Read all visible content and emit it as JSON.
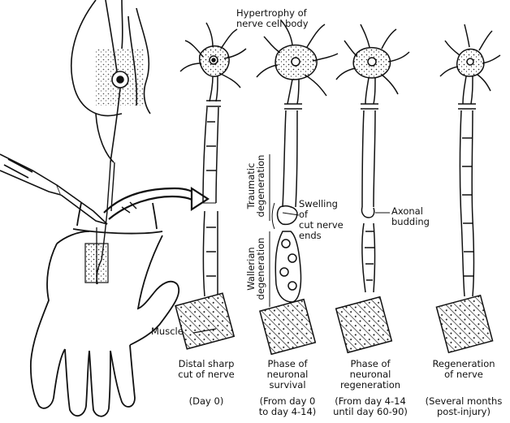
{
  "labels": {
    "hypertrophy": [
      "Hypertrophy of",
      "nerve cell body"
    ],
    "traumatic": [
      "Traumatic",
      "degeneration"
    ],
    "wallerian": [
      "Wallerian",
      "degeneration"
    ],
    "swelling": [
      "Swelling",
      "of",
      "cut nerve",
      "ends"
    ],
    "axonal": [
      "Axonal",
      "budding"
    ],
    "muscle": "Muscle"
  },
  "stages": [
    {
      "caption": [
        "Distal sharp",
        "cut of nerve"
      ],
      "time": [
        "(Day 0)"
      ]
    },
    {
      "caption": [
        "Phase of",
        "neuronal",
        "survival"
      ],
      "time": [
        "(From day 0",
        "to day 4-14)"
      ]
    },
    {
      "caption": [
        "Phase of",
        "neuronal",
        "regeneration"
      ],
      "time": [
        "(From day 4-14",
        "until day 60-90)"
      ]
    },
    {
      "caption": [
        "Regeneration",
        "of nerve"
      ],
      "time": [
        "(Several months",
        "post-injury)"
      ]
    }
  ]
}
